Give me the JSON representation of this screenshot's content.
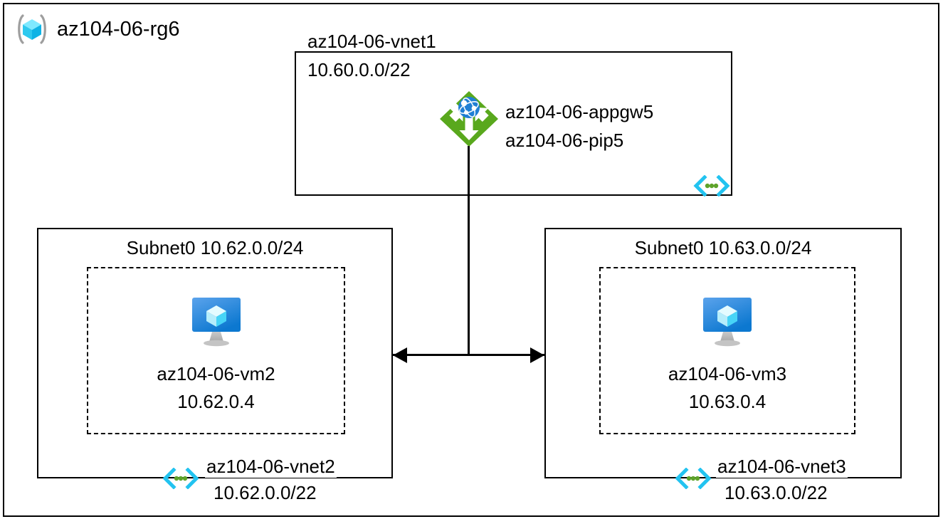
{
  "diagram": {
    "type": "azure-network-architecture",
    "background_color": "#ffffff",
    "line_color": "#000000"
  },
  "resource_group": {
    "name": "az104-06-rg6",
    "icon": "resource-group-icon",
    "icon_colors": {
      "bracket": "#9e9e9e",
      "cube_light": "#9bf0ff",
      "cube_mid": "#32d3f5",
      "cube_dark": "#0aa6d6"
    }
  },
  "vnet1": {
    "title": "az104-06-vnet1",
    "address_space": "10.60.0.0/22",
    "vnet_icon": "virtual-network-icon",
    "icon_colors": {
      "chevron": "#22c3f0",
      "dots": "#5ea32a"
    },
    "appgw": {
      "name": "az104-06-appgw5",
      "public_ip": "az104-06-pip5",
      "icon": "application-gateway-icon",
      "icon_colors": {
        "diamond": "#59a81d",
        "arrows": "#ffffff",
        "globe": "#1f7fd4"
      }
    }
  },
  "vnet2": {
    "subnet_label": "Subnet0 10.62.0.0/24",
    "vm": {
      "name": "az104-06-vm2",
      "private_ip": "10.62.0.4",
      "icon": "virtual-machine-icon",
      "icon_colors": {
        "screen_top": "#5aa1ea",
        "screen_bottom": "#0f7ad1",
        "stand": "#b3b3b3",
        "cube_light": "#e8fbff",
        "cube_mid": "#9fe8fb",
        "cube_dark": "#3fd2f5"
      }
    },
    "footer_name": "az104-06-vnet2",
    "footer_cidr": "10.62.0.0/22",
    "vnet_icon": "virtual-network-icon"
  },
  "vnet3": {
    "subnet_label": "Subnet0 10.63.0.0/24",
    "vm": {
      "name": "az104-06-vm3",
      "private_ip": "10.63.0.4",
      "icon": "virtual-machine-icon"
    },
    "footer_name": "az104-06-vnet3",
    "footer_cidr": "10.63.0.0/22",
    "vnet_icon": "virtual-network-icon"
  },
  "connectors": [
    {
      "name": "appgw-to-peering-link",
      "style": "solid-line",
      "orientation": "vertical"
    },
    {
      "name": "vnet2-vnet3-peering",
      "style": "double-arrow",
      "orientation": "horizontal"
    }
  ]
}
